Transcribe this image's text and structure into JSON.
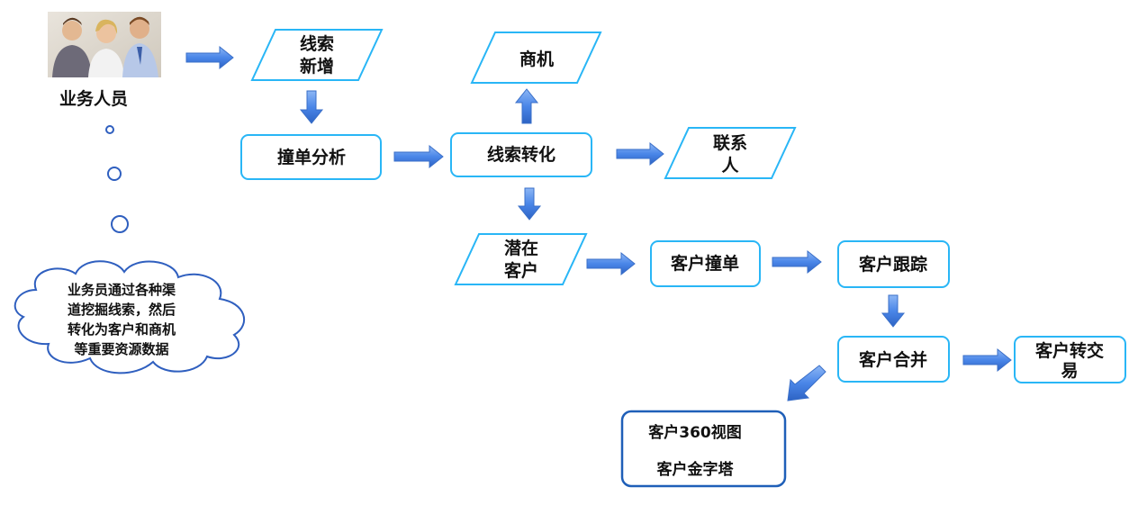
{
  "diagram": {
    "person_label": "业务人员",
    "cloud_text": [
      "业务员通过各种渠",
      "道挖掘线索，然后",
      "转化为客户和商机",
      "等重要资源数据"
    ],
    "nodes": {
      "lead_new": [
        "线索",
        "新增"
      ],
      "opportunity": [
        "商机"
      ],
      "collision_analysis": [
        "撞单分析"
      ],
      "lead_convert": [
        "线索转化"
      ],
      "contact": [
        "联系",
        "人"
      ],
      "potential_customer": [
        "潜在",
        "客户"
      ],
      "customer_collision": [
        "客户撞单"
      ],
      "customer_follow": [
        "客户跟踪"
      ],
      "customer_merge": [
        "客户合并"
      ],
      "customer_transfer": [
        "客户转交",
        "易"
      ],
      "customer_view": [
        "客户360视图",
        "",
        "客户金字塔"
      ]
    },
    "colors": {
      "node_border": "#29b6f6",
      "arrow_fill": "#4a86e8",
      "bubble_border": "#2f5fbf",
      "text": "#111111"
    },
    "icons": [
      "people-photo-icon"
    ]
  }
}
